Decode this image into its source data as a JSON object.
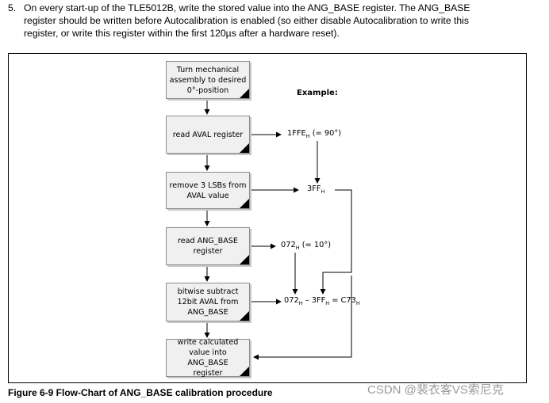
{
  "intro": {
    "number": "5.",
    "line1": "On every start-up of the TLE5012B, write the stored value into the ANG_BASE register. The ANG_BASE",
    "line2": "register should be written before Autocalibration is enabled (so either disable Autocalibration to write this",
    "line3": "register, or write this register within the first 120µs after a hardware reset)."
  },
  "flow": {
    "step1_line1": "Turn mechanical",
    "step1_line2": "assembly to desired",
    "step1_line3": "0°-position",
    "step2": "read AVAL register",
    "step3_line1": "remove 3 LSBs from",
    "step3_line2": "AVAL value",
    "step4_line1": "read ANG_BASE",
    "step4_line2": "register",
    "step5_line1": "bitwise subtract",
    "step5_line2": "12bit AVAL from",
    "step5_line3": "ANG_BASE",
    "step6_line1": "write calculated",
    "step6_line2": "value into ANG_BASE",
    "step6_line3": "register"
  },
  "example": {
    "label": "Example:",
    "aval_value": "1FFE",
    "aval_subscript": "H",
    "aval_note": "(= 90°)",
    "shifted_value": "3FF",
    "shifted_subscript": "H",
    "angbase_value": "072",
    "angbase_subscript": "H",
    "angbase_note": "(= 10°)",
    "result_a": "072",
    "result_a_sub": "H",
    "result_minus": " – 3FF",
    "result_b_sub": "H",
    "result_eq": " = C73",
    "result_c_sub": "H"
  },
  "caption": "Figure 6-9   Flow-Chart of ANG_BASE calibration procedure",
  "watermark": "CSDN @裴衣客VS索尼克"
}
